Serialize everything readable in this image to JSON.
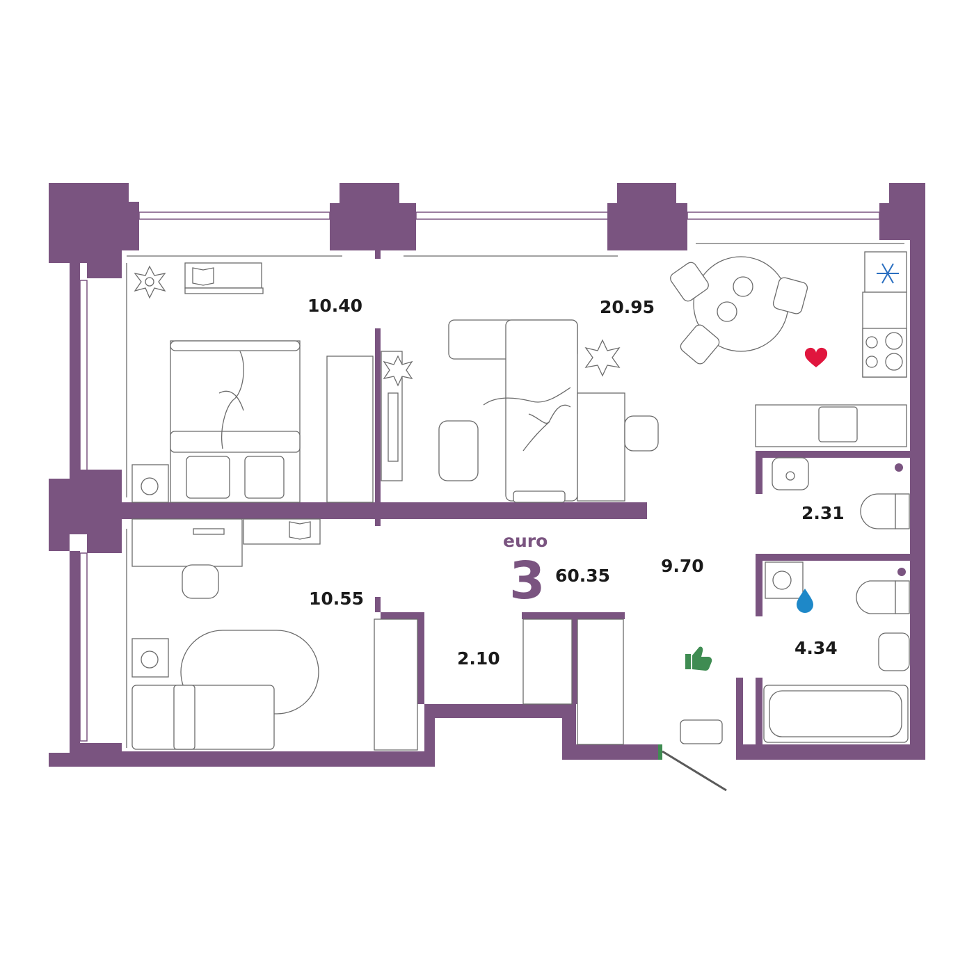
{
  "colors": {
    "wall": "#7a5480",
    "accent": "#7a5480",
    "heart": "#e0163e",
    "water_drop": "#1e88c8",
    "thumbs_up": "#3f8c52",
    "snowflake": "#2a6fc0",
    "door_leaf": "#5a5a5a"
  },
  "apartment": {
    "type_label": "euro",
    "rooms_count": "3",
    "total_area": "60.35"
  },
  "rooms": [
    {
      "id": "bedroom-1",
      "area": "10.40"
    },
    {
      "id": "living-kitchen",
      "area": "20.95"
    },
    {
      "id": "bedroom-2",
      "area": "10.55"
    },
    {
      "id": "closet",
      "area": "2.10"
    },
    {
      "id": "hallway",
      "area": "9.70"
    },
    {
      "id": "toilet",
      "area": "2.31"
    },
    {
      "id": "bathroom",
      "area": "4.34"
    }
  ],
  "icons": {
    "kitchen": "heart-icon",
    "fridge": "snowflake-icon",
    "laundry": "water-drop-icon",
    "hallway": "thumbs-up-icon"
  }
}
